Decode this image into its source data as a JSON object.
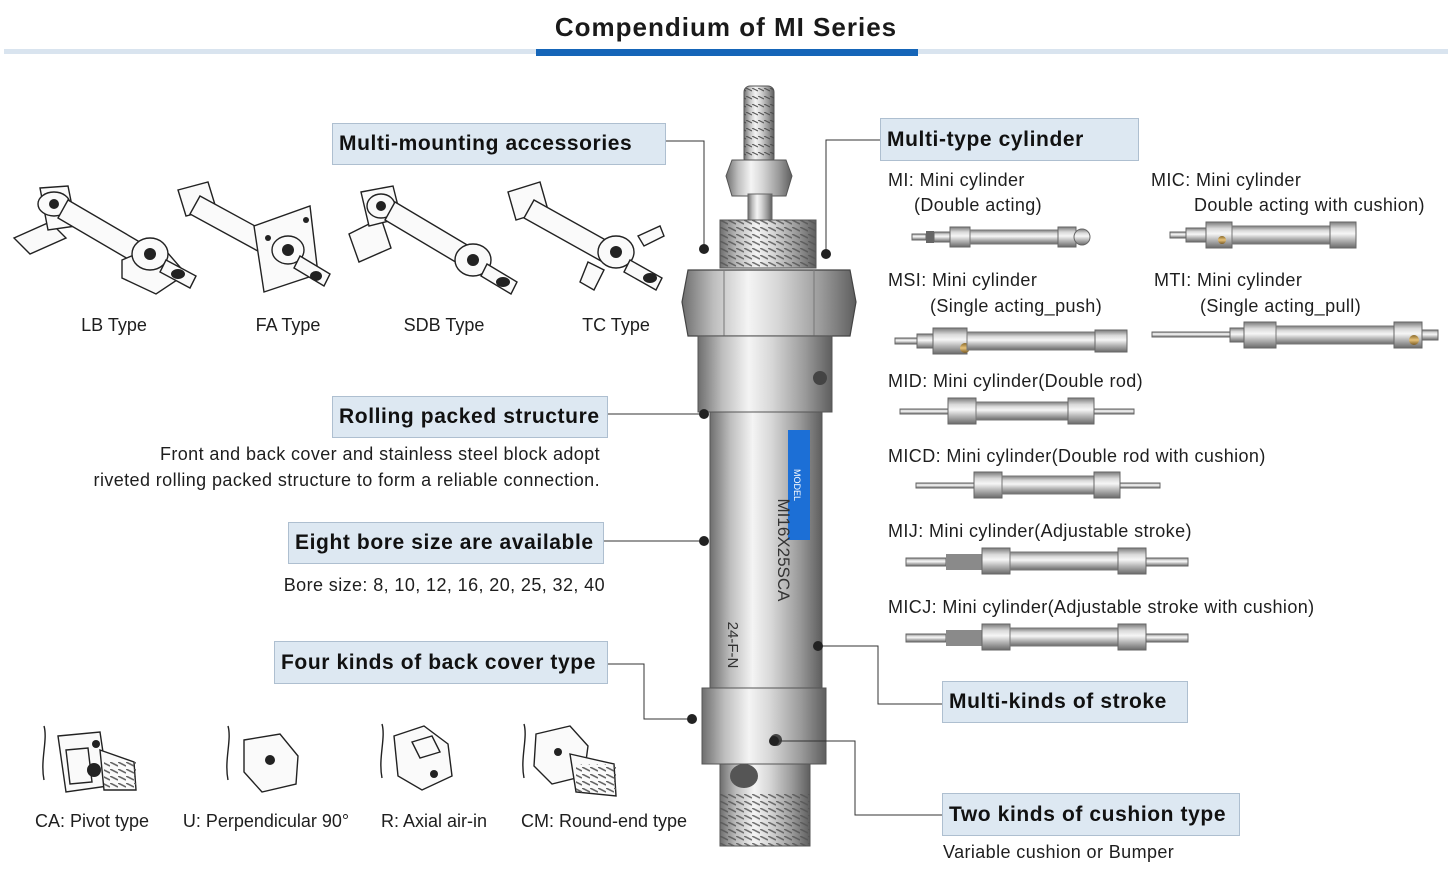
{
  "title": "Compendium of MI Series",
  "callouts": {
    "accessories": "Multi-mounting accessories",
    "rolling": "Rolling packed structure",
    "bore": "Eight bore size are available",
    "back_cover": "Four kinds of back cover type",
    "multi_type": "Multi-type cylinder",
    "stroke": "Multi-kinds of stroke",
    "cushion": "Two kinds of cushion type"
  },
  "rolling_desc": {
    "line1": "Front and back cover and stainless steel block adopt",
    "line2": "riveted rolling packed structure to form a reliable connection."
  },
  "bore_desc": "Bore size: 8, 10, 12, 16, 20, 25, 32, 40",
  "cushion_desc": "Variable cushion or Bumper",
  "mount_types": [
    {
      "label": "LB Type"
    },
    {
      "label": "FA Type"
    },
    {
      "label": "SDB Type"
    },
    {
      "label": "TC Type"
    }
  ],
  "back_covers": [
    {
      "label": "CA: Pivot type"
    },
    {
      "label": "U: Perpendicular 90°"
    },
    {
      "label": "R: Axial air-in"
    },
    {
      "label": "CM: Round-end type"
    }
  ],
  "models": {
    "mi": {
      "line1": "MI: Mini cylinder",
      "line2": "(Double acting)"
    },
    "mic": {
      "line1": "MIC: Mini cylinder",
      "line2": "Double acting with cushion)"
    },
    "msi": {
      "line1": "MSI: Mini cylinder",
      "line2": "(Single acting_push)"
    },
    "mti": {
      "line1": "MTI: Mini cylinder",
      "line2": "(Single acting_pull)"
    },
    "mid": {
      "line1": "MID: Mini cylinder(Double rod)"
    },
    "micd": {
      "line1": "MICD: Mini cylinder(Double rod with cushion)"
    },
    "mij": {
      "line1": "MIJ: Mini cylinder(Adjustable stroke)"
    },
    "micj": {
      "line1": "MICJ: Mini cylinder(Adjustable stroke with cushion)"
    }
  },
  "cylinder_print": {
    "brand": "MODEL",
    "model": "MI16X25SCA",
    "code": "24-F-N"
  },
  "colors": {
    "accent": "#1565b8",
    "callout_bg": "#dde8f2",
    "steel_light": "#eeeeee",
    "steel_dark": "#8a8a8a",
    "label_blue": "#1c6fd6"
  }
}
